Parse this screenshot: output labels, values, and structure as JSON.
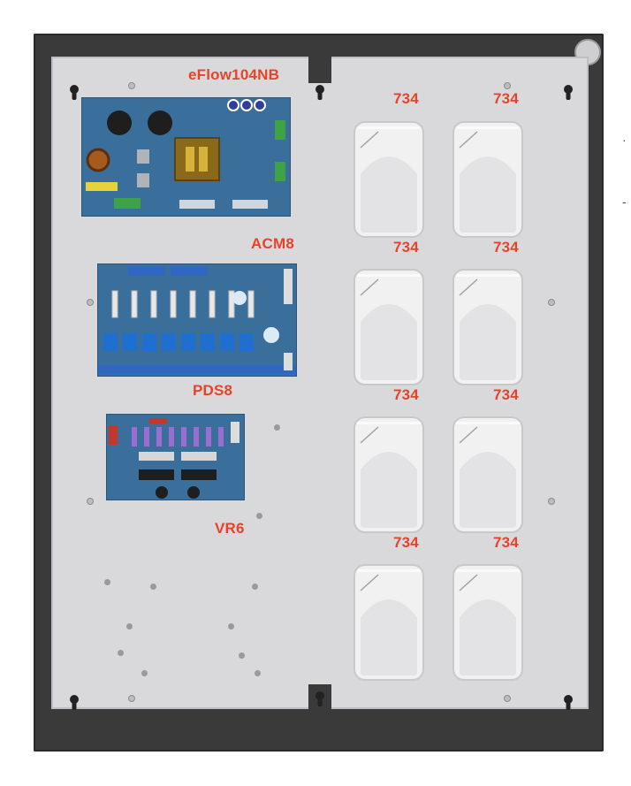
{
  "boards": {
    "power_supply": "eFlow104NB",
    "access_control": "ACM8",
    "power_distribution": "PDS8",
    "voltage_regulator": "VR6"
  },
  "modules": {
    "part_number": "734",
    "count": 8
  },
  "colors": {
    "label": "#e8432a",
    "enclosure": "#3a3a3a",
    "backplate": "#d9d9dc",
    "board": "#3a6f9c"
  },
  "icons": [
    "key-lock-icon",
    "keyhole-icon",
    "screw-icon"
  ]
}
